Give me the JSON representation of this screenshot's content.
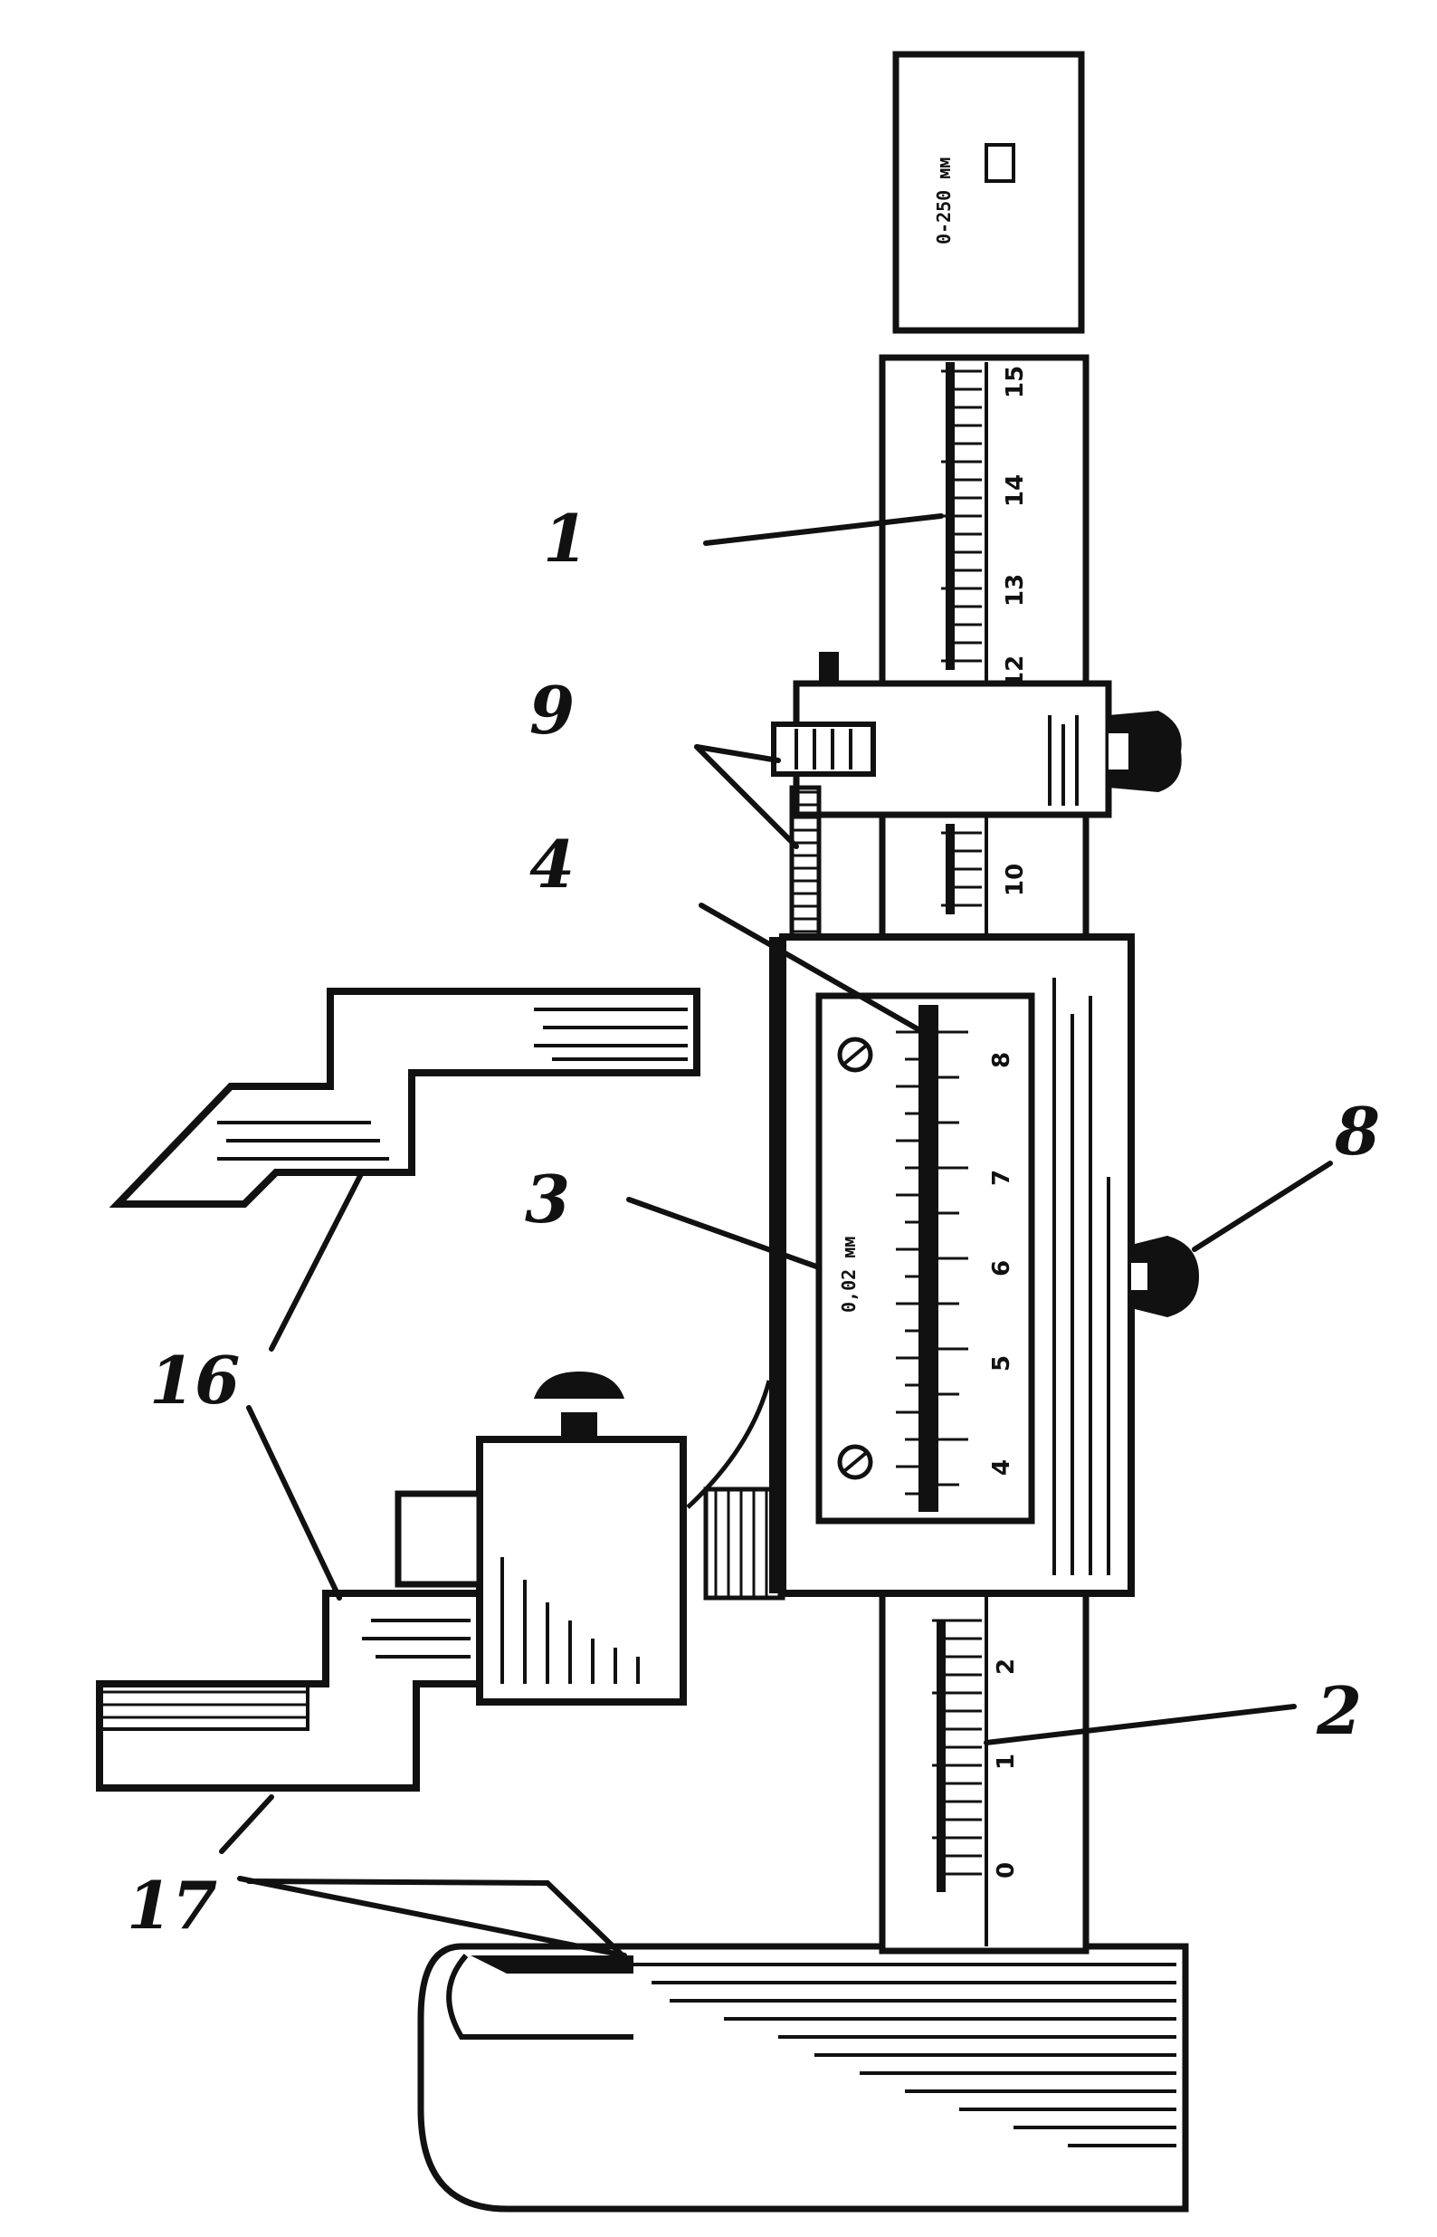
{
  "diagram": {
    "callouts": [
      "1",
      "9",
      "4",
      "8",
      "3",
      "16",
      "2",
      "17"
    ],
    "beam_scale_upper": [
      "15",
      "14",
      "13",
      "12"
    ],
    "beam_scale_middle": [
      "10"
    ],
    "beam_scale_lower": [
      "2",
      "1",
      "0"
    ],
    "vernier_scale": [
      "8",
      "7",
      "6",
      "5",
      "4"
    ],
    "vernier_reading_label": "0,02 мм",
    "upper_plate_text": "0-250 мм"
  },
  "colors": {
    "ink": "#111111",
    "paper": "#ffffff"
  }
}
